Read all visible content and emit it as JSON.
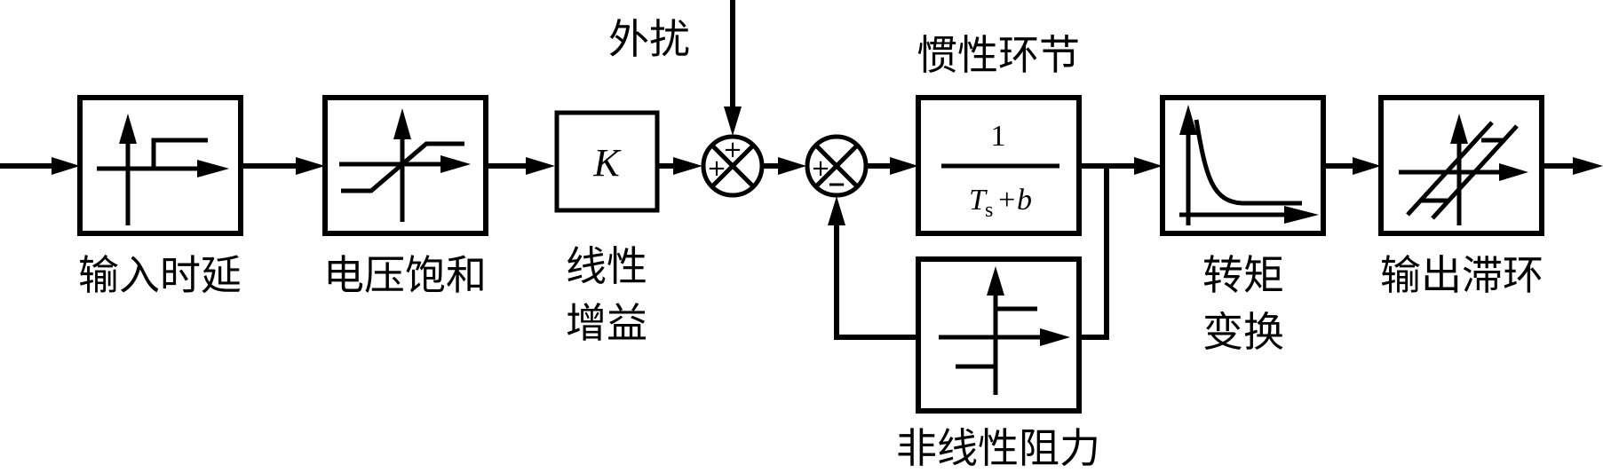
{
  "diagram": {
    "type": "control-block-diagram",
    "blocks": [
      {
        "id": "input_delay",
        "label": "输入时延",
        "symbol": "time-delay-step-icon"
      },
      {
        "id": "voltage_saturation",
        "label": "电压饱和",
        "symbol": "saturation-icon"
      },
      {
        "id": "linear_gain",
        "label_line1": "线性",
        "label_line2": "增益",
        "content": "K"
      },
      {
        "id": "inertia",
        "label": "惯性环节",
        "numerator": "1",
        "denominator_T": "T",
        "denominator_sub": "s",
        "denominator_rest": "+b"
      },
      {
        "id": "nonlinear_resistance",
        "label": "非线性阻力",
        "symbol": "relay-icon"
      },
      {
        "id": "torque_conversion",
        "label_line1": "转矩",
        "label_line2": "变换",
        "symbol": "decay-curve-icon"
      },
      {
        "id": "output_hysteresis",
        "label": "输出滞环",
        "symbol": "hysteresis-icon"
      }
    ],
    "summing_junctions": [
      {
        "id": "sum1",
        "signs": {
          "left": "+",
          "top": "+"
        }
      },
      {
        "id": "sum2",
        "signs": {
          "left": "+",
          "bottom": "−"
        }
      }
    ],
    "disturbance_label": "外扰",
    "connections": [
      "input → input_delay",
      "input_delay → voltage_saturation",
      "voltage_saturation → linear_gain",
      "linear_gain → sum1",
      "disturbance → sum1",
      "sum1 → sum2",
      "sum2 → inertia",
      "inertia → torque_conversion",
      "inertia → nonlinear_resistance",
      "nonlinear_resistance → sum2 (negative feedback)",
      "torque_conversion → output_hysteresis",
      "output_hysteresis → output"
    ]
  }
}
